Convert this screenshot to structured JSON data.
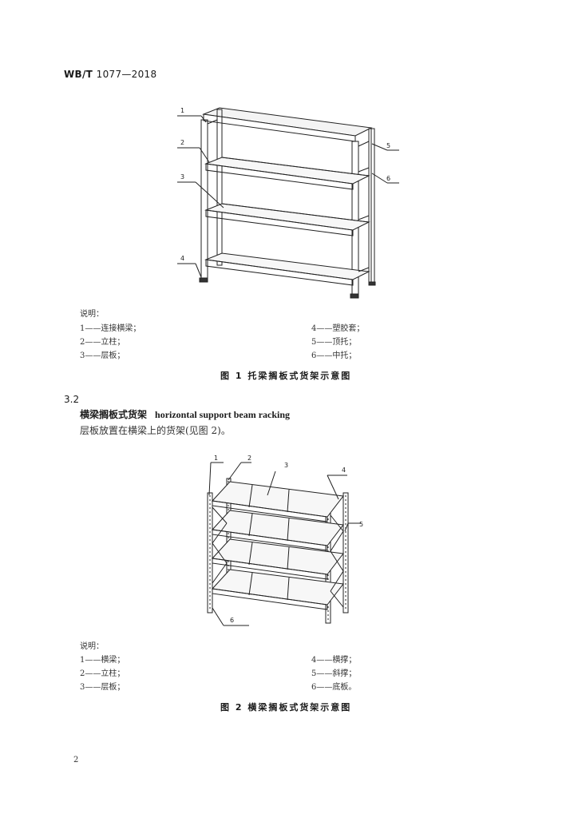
{
  "header": {
    "standard_prefix": "WB/T",
    "standard_number": "1077—2018"
  },
  "figure1": {
    "callouts": [
      "1",
      "2",
      "3",
      "4",
      "5",
      "6"
    ],
    "legend_title": "说明：",
    "legend": [
      "1——连接横梁；",
      "4——塑胶套；",
      "2——立柱；",
      "5——顶托；",
      "3——层板；",
      "6——中托；"
    ],
    "caption": "图 1  托梁搁板式货架示意图"
  },
  "clause": {
    "number": "3.2",
    "term_cn": "横梁搁板式货架",
    "term_en": "horizontal support beam racking",
    "definition": "层板放置在横梁上的货架(见图 2)。"
  },
  "figure2": {
    "callouts": [
      "1",
      "2",
      "3",
      "4",
      "5",
      "6"
    ],
    "legend_title": "说明：",
    "legend": [
      "1——横梁；",
      "4——横撑；",
      "2——立柱；",
      "5——斜撑；",
      "3——层板；",
      "6——底板。"
    ],
    "caption": "图 2  横梁搁板式货架示意图"
  },
  "footer": {
    "page_number": "2"
  }
}
